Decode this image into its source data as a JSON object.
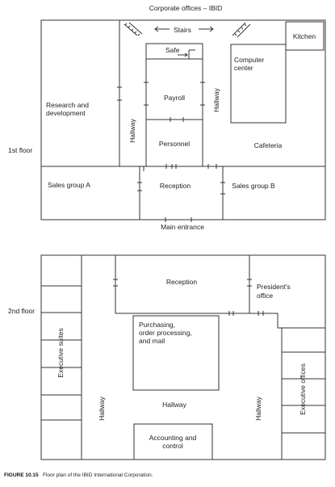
{
  "title": "Corporate offices – IBID",
  "floor1": {
    "label": "1st floor",
    "stairs": "Stairs",
    "rooms": {
      "kitchen": "Kitchen",
      "safe": "Safe",
      "computer_center_1": "Computer",
      "computer_center_2": "center",
      "payroll": "Payroll",
      "research_1": "Research and",
      "research_2": "development",
      "personnel": "Personnel",
      "cafeteria": "Cafeteria",
      "hallway_left": "Hallway",
      "hallway_right": "Hallway",
      "sales_a": "Sales group A",
      "reception": "Reception",
      "sales_b": "Sales group B"
    },
    "main_entrance": "Main entrance"
  },
  "floor2": {
    "label": "2nd floor",
    "rooms": {
      "reception": "Reception",
      "presidents_office_1": "President's",
      "presidents_office_2": "office",
      "purchasing_1": "Purchasing,",
      "purchasing_2": "order processing,",
      "purchasing_3": "and mail",
      "executive_suites": "Executive suites",
      "executive_offices": "Executive offices",
      "hallway_center": "Hallway",
      "hallway_left": "Hallway",
      "hallway_right": "Hallway",
      "accounting_1": "Accounting and",
      "accounting_2": "control"
    }
  },
  "caption": {
    "figure": "FIGURE 10.15",
    "text": "Floor plan of the IBID International Corporation."
  }
}
